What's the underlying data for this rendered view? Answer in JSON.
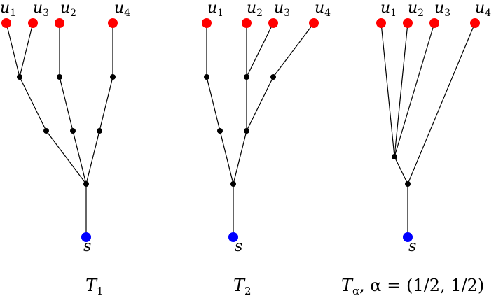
{
  "colors": {
    "terminal": "#ff0000",
    "source": "#0000ff",
    "steiner": "#000000",
    "edge": "#000000"
  },
  "trees": [
    {
      "caption": {
        "main": "T",
        "sub": "1",
        "rest": ""
      },
      "source_label": "s",
      "terminals": [
        {
          "name": "u",
          "sub": "1"
        },
        {
          "name": "u",
          "sub": "3"
        },
        {
          "name": "u",
          "sub": "2"
        },
        {
          "name": "u",
          "sub": "4"
        }
      ]
    },
    {
      "caption": {
        "main": "T",
        "sub": "2",
        "rest": ""
      },
      "source_label": "s",
      "terminals": [
        {
          "name": "u",
          "sub": "1"
        },
        {
          "name": "u",
          "sub": "2"
        },
        {
          "name": "u",
          "sub": "3"
        },
        {
          "name": "u",
          "sub": "4"
        }
      ]
    },
    {
      "caption": {
        "main": "T",
        "sub": "α",
        "rest": ", α = (1/2, 1/2)"
      },
      "source_label": "s",
      "terminals": [
        {
          "name": "u",
          "sub": "1"
        },
        {
          "name": "u",
          "sub": "2"
        },
        {
          "name": "u",
          "sub": "3"
        },
        {
          "name": "u",
          "sub": "4"
        }
      ]
    }
  ]
}
